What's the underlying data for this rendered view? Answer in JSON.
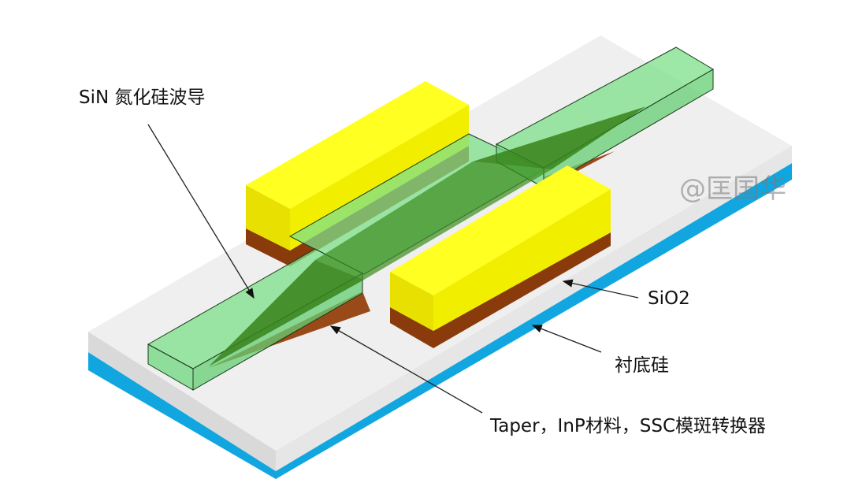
{
  "labels": {
    "sin_waveguide": "SiN 氮化硅波导",
    "sio2": "SiO2",
    "substrate": "衬底硅",
    "taper": "Taper，InP材料，SSC模斑转换器"
  },
  "watermark": "@匡国华",
  "colors": {
    "slab_top": "#efefef",
    "slab_side": "#dcdcdc",
    "substrate": "#12a6e0",
    "waveguide": "#7ee08a",
    "taper": "#3f8a1e",
    "electrode": "#ffff1a",
    "inp_base": "#8a3b0c"
  }
}
